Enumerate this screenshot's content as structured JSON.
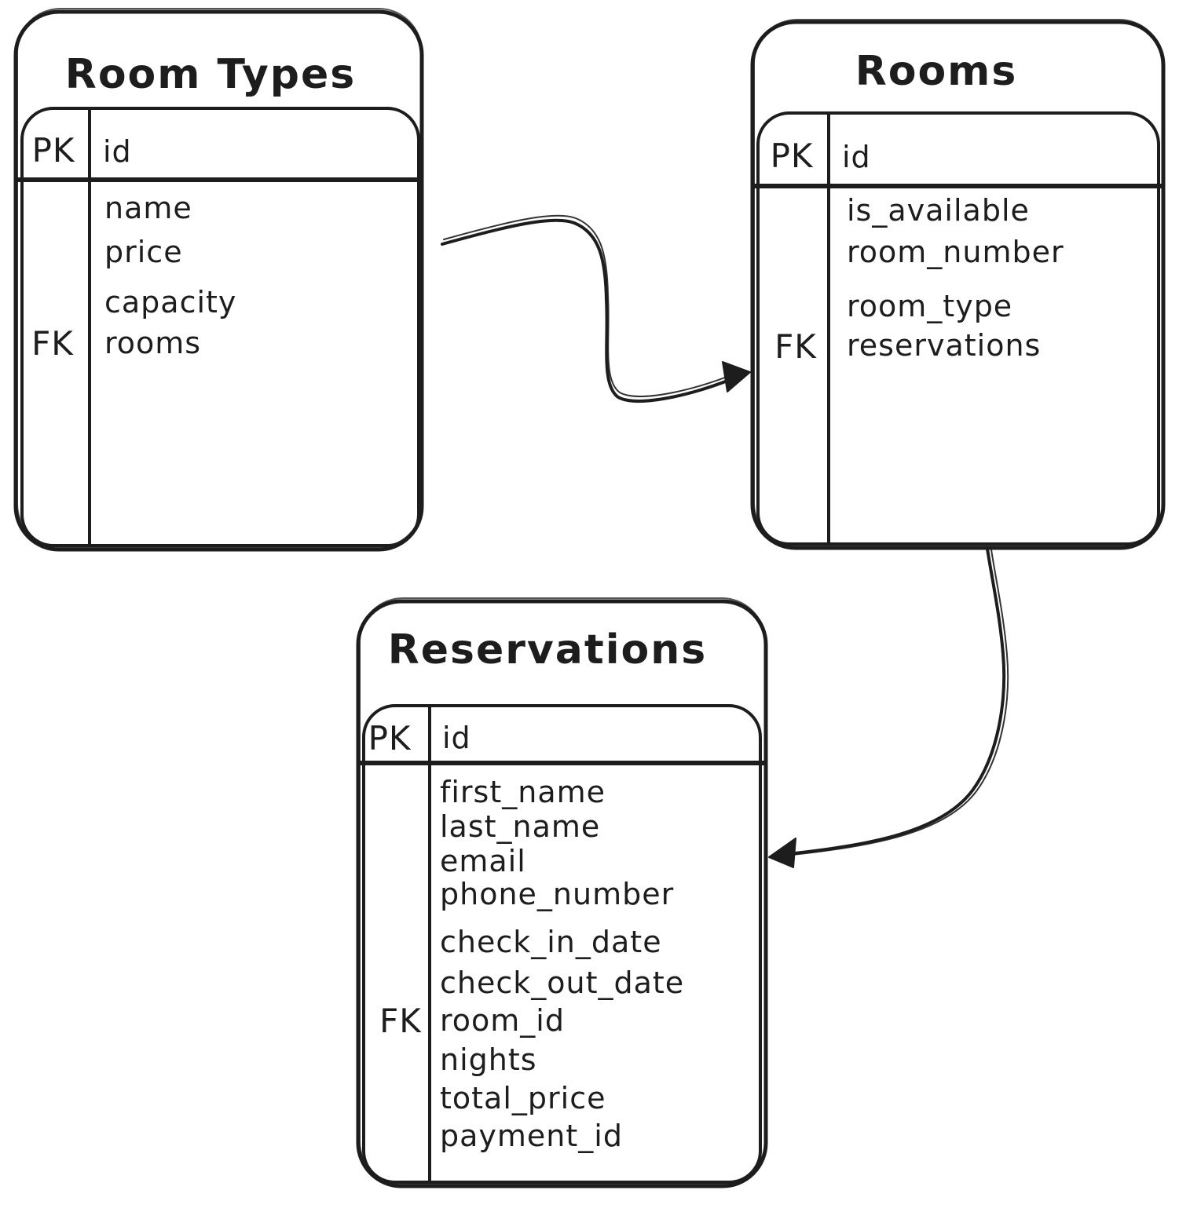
{
  "canvas": {
    "background": "#ffffff",
    "stroke_color": "#1d1d1d",
    "style": "hand-drawn entity-relationship diagram"
  },
  "entities": [
    {
      "name": "Room Types",
      "pk": {
        "label": "PK",
        "field": "id"
      },
      "fields": [
        {
          "name": "name",
          "key": ""
        },
        {
          "name": "price",
          "key": ""
        },
        {
          "name": "capacity",
          "key": ""
        },
        {
          "name": "rooms",
          "key": "FK"
        }
      ]
    },
    {
      "name": "Rooms",
      "pk": {
        "label": "PK",
        "field": "id"
      },
      "fields": [
        {
          "name": "is_available",
          "key": ""
        },
        {
          "name": "room_number",
          "key": ""
        },
        {
          "name": "room_type",
          "key": ""
        },
        {
          "name": "reservations",
          "key": "FK"
        }
      ]
    },
    {
      "name": "Reservations",
      "pk": {
        "label": "PK",
        "field": "id"
      },
      "fields": [
        {
          "name": "first_name",
          "key": ""
        },
        {
          "name": "last_name",
          "key": ""
        },
        {
          "name": "email",
          "key": ""
        },
        {
          "name": "phone_number",
          "key": ""
        },
        {
          "name": "check_in_date",
          "key": ""
        },
        {
          "name": "check_out_date",
          "key": ""
        },
        {
          "name": "room_id",
          "key": "FK"
        },
        {
          "name": "nights",
          "key": ""
        },
        {
          "name": "total_price",
          "key": ""
        },
        {
          "name": "payment_id",
          "key": ""
        }
      ]
    }
  ],
  "relationships": [
    {
      "from": "Room Types",
      "to": "Rooms"
    },
    {
      "from": "Rooms",
      "to": "Reservations"
    }
  ]
}
